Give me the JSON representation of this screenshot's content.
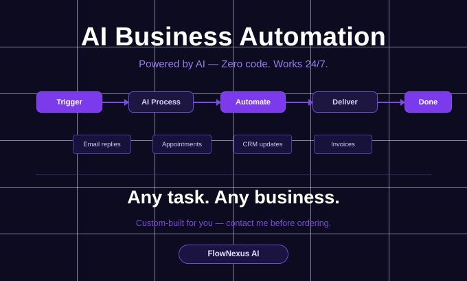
{
  "header": {
    "title": "AI Business Automation",
    "subtitle": "Powered by AI — Zero code. Works 24/7."
  },
  "flow": {
    "steps": [
      {
        "label": "Trigger"
      },
      {
        "label": "AI Process"
      },
      {
        "label": "Automate"
      },
      {
        "label": "Deliver"
      },
      {
        "label": "Done"
      }
    ]
  },
  "use_cases": [
    "Email replies",
    "Appointments",
    "CRM updates",
    "Invoices"
  ],
  "cta": {
    "heading": "Any task. Any business.",
    "note": "Custom-built for you — contact me before ordering.",
    "brand": "FlowNexus AI"
  },
  "colors": {
    "background": "#0d0b1f",
    "accent": "#7c3aed",
    "subtitle": "#9c7cf0"
  }
}
